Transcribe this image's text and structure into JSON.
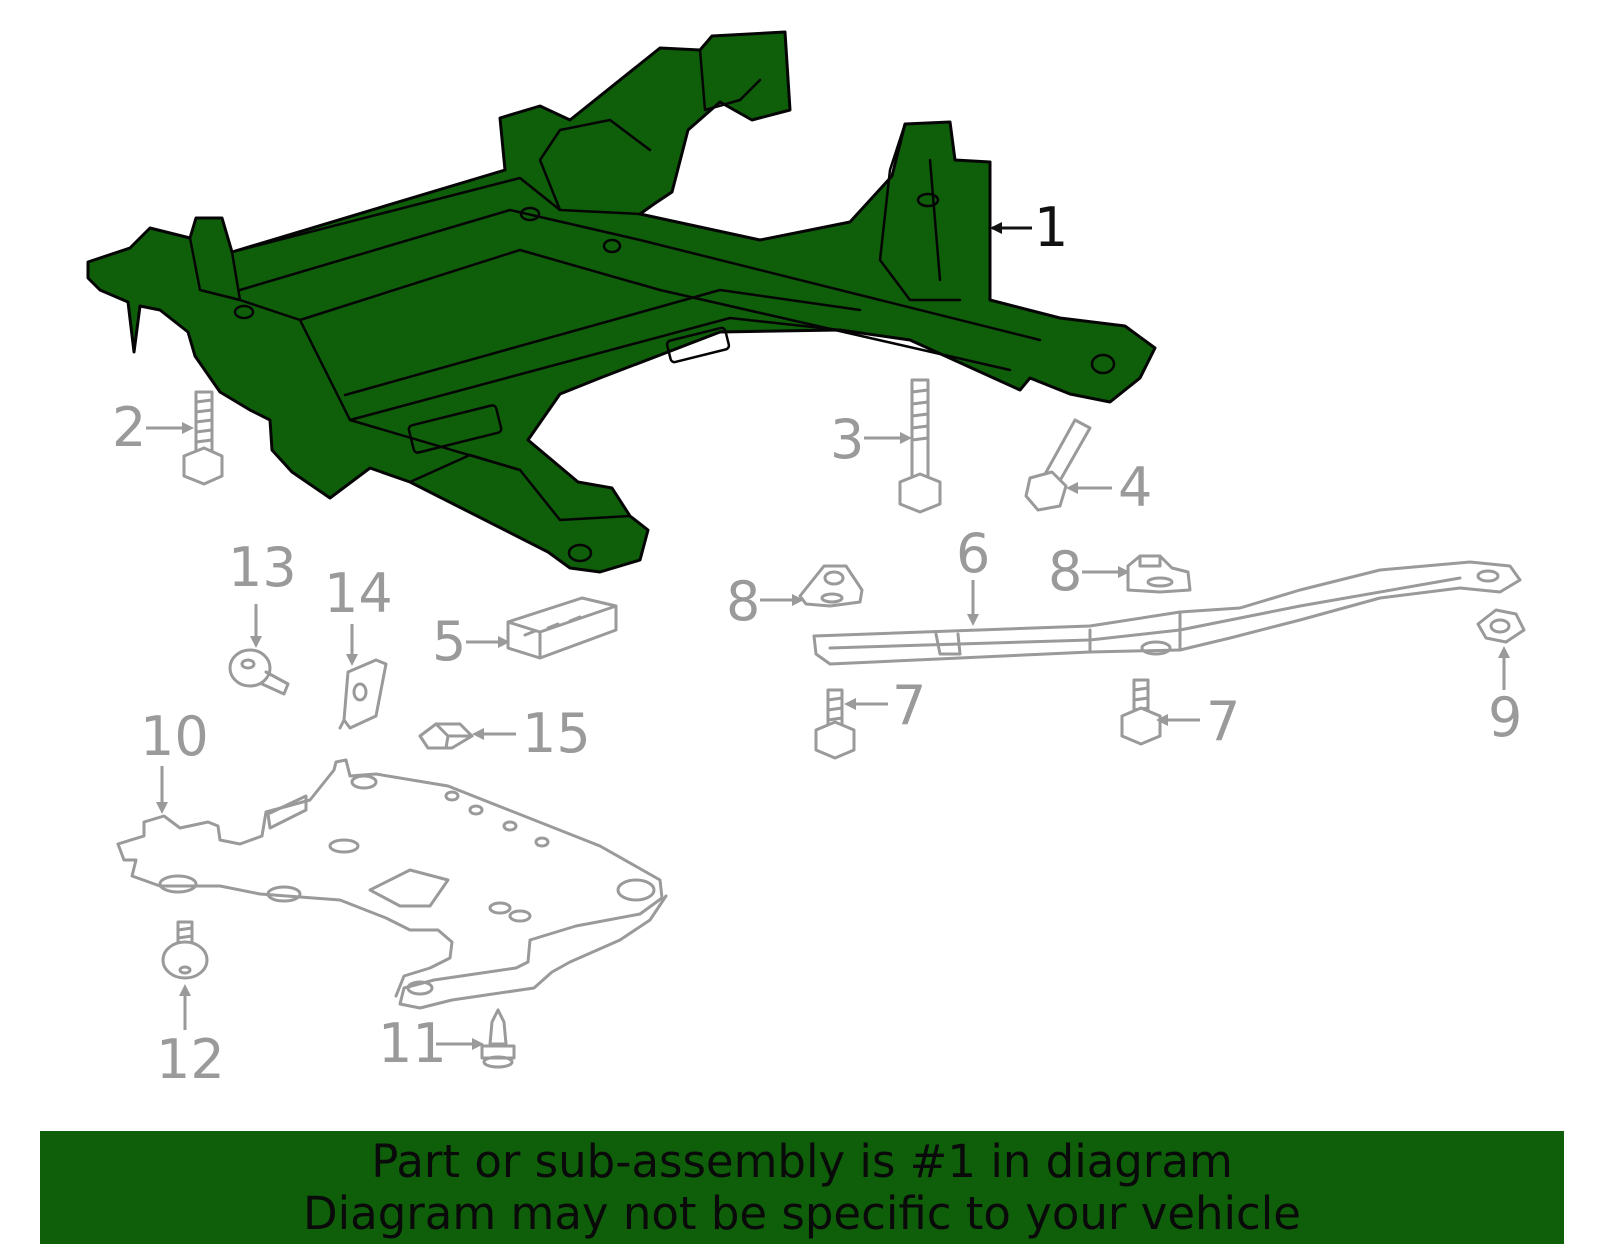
{
  "diagram": {
    "highlight_color": "#0f5e0a",
    "callouts": [
      {
        "id": "c1",
        "label": "1",
        "highlighted": true
      },
      {
        "id": "c2",
        "label": "2"
      },
      {
        "id": "c3",
        "label": "3"
      },
      {
        "id": "c4",
        "label": "4"
      },
      {
        "id": "c5",
        "label": "5"
      },
      {
        "id": "c6",
        "label": "6"
      },
      {
        "id": "c7a",
        "label": "7"
      },
      {
        "id": "c7b",
        "label": "7"
      },
      {
        "id": "c8a",
        "label": "8"
      },
      {
        "id": "c8b",
        "label": "8"
      },
      {
        "id": "c9",
        "label": "9"
      },
      {
        "id": "c10",
        "label": "10"
      },
      {
        "id": "c11",
        "label": "11"
      },
      {
        "id": "c12",
        "label": "12"
      },
      {
        "id": "c13",
        "label": "13"
      },
      {
        "id": "c14",
        "label": "14"
      },
      {
        "id": "c15",
        "label": "15"
      }
    ]
  },
  "banner": {
    "line1": "Part or sub-assembly is #1 in diagram",
    "line2": "Diagram may not be specific to your vehicle"
  }
}
